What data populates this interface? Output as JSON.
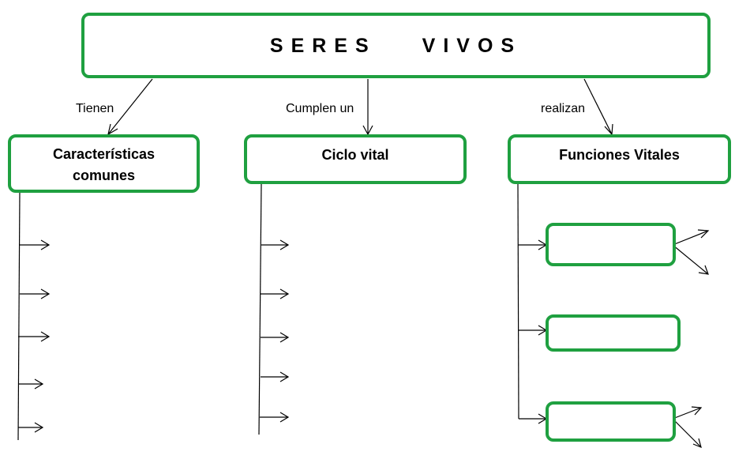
{
  "title": {
    "word1": "SERES",
    "word2": "VIVOS"
  },
  "nodes": [
    {
      "label_line1": "Características",
      "label_line2": "comunes"
    },
    {
      "label_line1": "Ciclo vital"
    },
    {
      "label_line1": "Funciones Vitales"
    }
  ],
  "edge_labels": [
    "Tienen",
    "Cumplen un",
    "realizan"
  ],
  "colors": {
    "box_border": "#1fa040",
    "line": "#000000"
  }
}
